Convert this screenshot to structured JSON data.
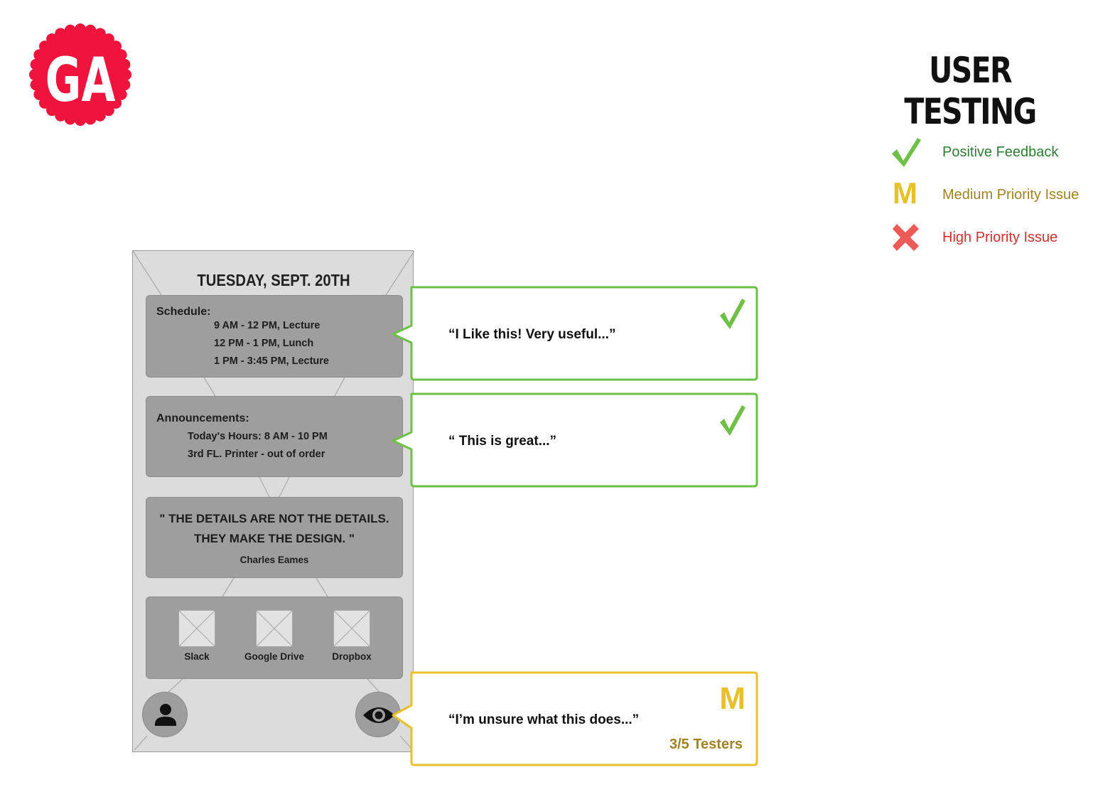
{
  "logo": {
    "text": "GA",
    "color": "#f0143c"
  },
  "title": "USER TESTING",
  "legend": [
    {
      "icon": "check-icon",
      "label": "Positive Feedback",
      "color": "#2e7d32",
      "icon_color": "#6ec046"
    },
    {
      "icon": "m-letter-icon",
      "symbol": "M",
      "label": "Medium Priority Issue",
      "color": "#a08326",
      "icon_color": "#e8c02a"
    },
    {
      "icon": "x-cross-icon",
      "label": "High Priority Issue",
      "color": "#d32f2f",
      "icon_color": "#ee5a56"
    }
  ],
  "phone": {
    "date": "TUESDAY, SEPT. 20TH",
    "schedule": {
      "label": "Schedule:",
      "lines": [
        "9 AM - 12 PM, Lecture",
        "12 PM - 1 PM, Lunch",
        "1 PM - 3:45 PM, Lecture"
      ]
    },
    "announcements": {
      "label": "Announcements:",
      "lines": [
        "Today's Hours: 8 AM - 10 PM",
        "3rd FL. Printer - out of order"
      ]
    },
    "quote": {
      "line1": "\" THE DETAILS ARE NOT THE DETAILS.",
      "line2": "THEY MAKE THE DESIGN. \"",
      "author": "Charles Eames"
    },
    "apps": [
      "Slack",
      "Google Drive",
      "Dropbox"
    ],
    "buttons": {
      "left_icon": "user-icon",
      "right_icon": "eye-icon"
    }
  },
  "callouts": [
    {
      "quote": "“I Like this! Very useful...”",
      "type": "positive",
      "border": "#6ec046"
    },
    {
      "quote": "“ This is great...”",
      "type": "positive",
      "border": "#6ec046"
    },
    {
      "quote": "“I’m unsure what this does...”",
      "type": "medium",
      "symbol": "M",
      "testers": "3/5 Testers",
      "border": "#e8c02a"
    }
  ]
}
